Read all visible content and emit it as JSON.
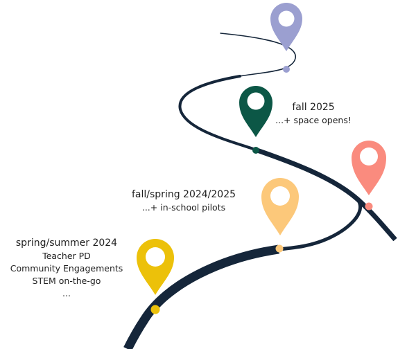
{
  "colors": {
    "road": "#15263a",
    "pin_yellow": "#ecc10a",
    "pin_peach": "#fcc87a",
    "pin_salmon": "#fa8b7e",
    "pin_teal": "#0c5746",
    "pin_lavender": "#9b9fd0"
  },
  "milestones": [
    {
      "title": "spring/summer 2024",
      "lines": [
        "Teacher PD",
        "Community Engagements",
        "STEM on-the-go",
        "..."
      ],
      "pin_color": "#ecc10a",
      "icon": "map-pin-icon"
    },
    {
      "title": "fall/spring 2024/2025",
      "lines": [
        "...+ in-school pilots"
      ],
      "pin_color": "#fcc87a",
      "icon": "map-pin-icon"
    },
    {
      "title": "",
      "lines": [],
      "pin_color": "#fa8b7e",
      "icon": "map-pin-icon"
    },
    {
      "title": "fall 2025",
      "lines": [
        "...+ space opens!"
      ],
      "pin_color": "#0c5746",
      "icon": "map-pin-icon"
    },
    {
      "title": "",
      "lines": [],
      "pin_color": "#9b9fd0",
      "icon": "map-pin-icon"
    }
  ]
}
